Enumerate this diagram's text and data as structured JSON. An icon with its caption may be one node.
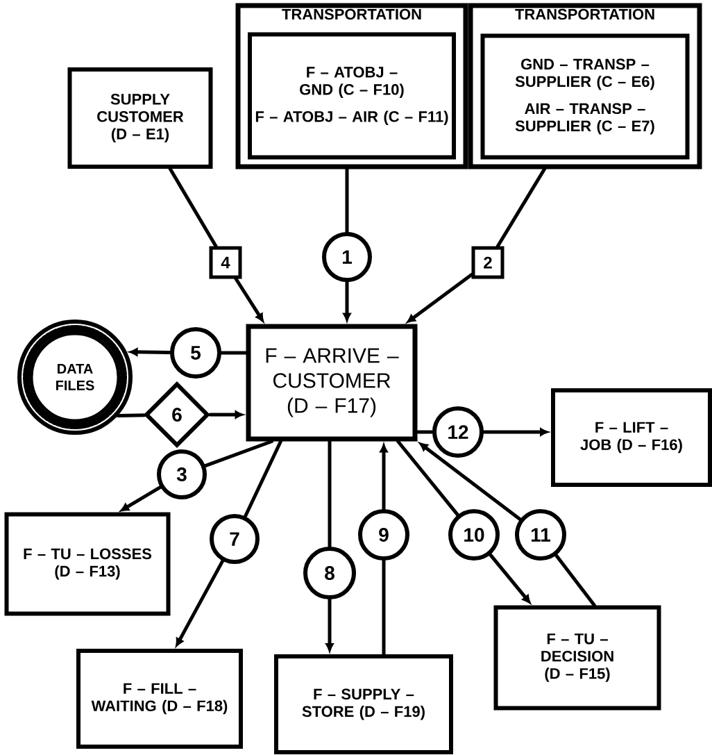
{
  "diagram": {
    "nodes": [
      {
        "text": [
          "SUPPLY CUSTOMER (D – E1)"
        ]
      },
      {
        "text": [
          "TRANSPORTATION"
        ]
      },
      {
        "text": [
          "F – ATOBJ – GND (C – F10)",
          "F – ATOBJ – AIR (C – F11)"
        ],
        "in": 1
      },
      {
        "text": [
          "TRANSPORTATION"
        ]
      },
      {
        "text": [
          "GND – TRANSP – SUPPLIER (C – E6)",
          "AIR – TRANSP – SUPPLIER (C – E7)"
        ],
        "in": 3
      },
      {
        "text": [
          "4"
        ]
      },
      {
        "text": [
          "1"
        ]
      },
      {
        "text": [
          "2"
        ]
      },
      {
        "text": [
          "F – ARRIVE – CUSTOMER (D – F17)"
        ]
      },
      {
        "text": [
          "DATA FILES"
        ]
      },
      {
        "text": [
          "5"
        ]
      },
      {
        "text": [
          "6"
        ]
      },
      {
        "text": [
          "12"
        ]
      },
      {
        "text": [
          "F – LIFT – JOB (D – F16)"
        ]
      },
      {
        "text": [
          "3"
        ]
      },
      {
        "text": [
          "F – TU – LOSSES (D – F13)"
        ]
      },
      {
        "text": [
          "7"
        ]
      },
      {
        "text": [
          "8"
        ]
      },
      {
        "text": [
          "9"
        ]
      },
      {
        "text": [
          "10"
        ]
      },
      {
        "text": [
          "11"
        ]
      },
      {
        "text": [
          "F – FILL – WAITING (D – F18)"
        ]
      },
      {
        "text": [
          "F – SUPPLY – STORE (D – F19)"
        ]
      },
      {
        "text": [
          "F – TU – DECISION (D – F15)"
        ]
      }
    ],
    "edges": [
      {
        "from": 0,
        "to": 5,
        "arrow": "none"
      },
      {
        "from": 5,
        "to": 8,
        "arrow": "to"
      },
      {
        "from": 1,
        "to": 6,
        "arrow": "none"
      },
      {
        "from": 6,
        "to": 8,
        "arrow": "to"
      },
      {
        "from": 3,
        "to": 7,
        "arrow": "none"
      },
      {
        "from": 7,
        "to": 8,
        "arrow": "to"
      },
      {
        "from": 8,
        "to": 10,
        "arrow": "none"
      },
      {
        "from": 10,
        "to": 9,
        "arrow": "to"
      },
      {
        "from": 9,
        "to": 11,
        "arrow": "none"
      },
      {
        "from": 11,
        "to": 8,
        "arrow": "to"
      },
      {
        "from": 8,
        "to": 14,
        "arrow": "none"
      },
      {
        "from": 14,
        "to": 15,
        "arrow": "to"
      },
      {
        "from": 8,
        "to": 16,
        "arrow": "none"
      },
      {
        "from": 16,
        "to": 21,
        "arrow": "to"
      },
      {
        "from": 8,
        "to": 17,
        "arrow": "none"
      },
      {
        "from": 17,
        "to": 22,
        "arrow": "to"
      },
      {
        "from": 22,
        "to": 18,
        "arrow": "none"
      },
      {
        "from": 18,
        "to": 8,
        "arrow": "to"
      },
      {
        "from": 8,
        "to": 19,
        "arrow": "none"
      },
      {
        "from": 19,
        "to": 23,
        "arrow": "to"
      },
      {
        "from": 23,
        "to": 20,
        "arrow": "none"
      },
      {
        "from": 20,
        "to": 8,
        "arrow": "to"
      },
      {
        "from": 8,
        "to": 12,
        "arrow": "none"
      },
      {
        "from": 12,
        "to": 13,
        "arrow": "to"
      }
    ]
  }
}
